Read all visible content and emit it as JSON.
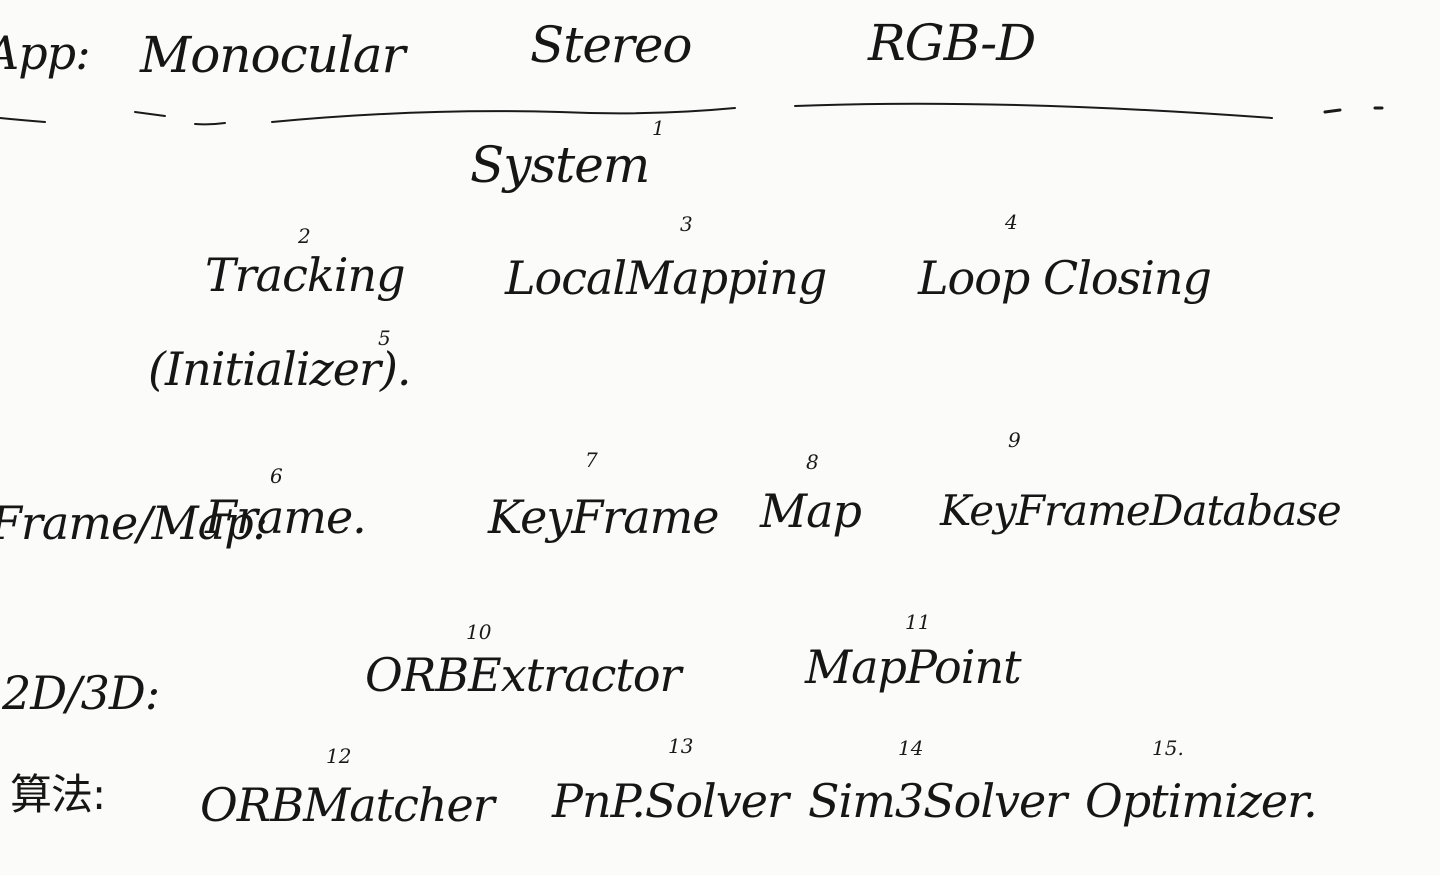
{
  "app_row": {
    "label": "App:",
    "items": [
      "Monocular",
      "Stereo",
      "RGB-D"
    ]
  },
  "system": {
    "label": "System",
    "number": "1"
  },
  "threads": [
    {
      "label": "Tracking",
      "number": "2"
    },
    {
      "label": "LocalMapping",
      "number": "3"
    },
    {
      "label": "Loop Closing",
      "number": "4"
    }
  ],
  "initializer": {
    "label": "(Initializer).",
    "number": "5"
  },
  "frame_map_row": {
    "label": "Frame/Map:",
    "items": [
      {
        "label": "Frame.",
        "number": "6"
      },
      {
        "label": "KeyFrame",
        "number": "7"
      },
      {
        "label": "Map",
        "number": "8"
      },
      {
        "label": "KeyFrameDatabase",
        "number": "9"
      }
    ]
  },
  "row_2d3d": {
    "label": "2D/3D:",
    "items": [
      {
        "label": "ORBExtractor",
        "number": "10"
      },
      {
        "label": "MapPoint",
        "number": "11"
      }
    ]
  },
  "algo_row": {
    "label": "算法:",
    "items": [
      {
        "label": "ORBMatcher",
        "number": "12"
      },
      {
        "label": "PnP.Solver",
        "number": "13"
      },
      {
        "label": "Sim3Solver",
        "number": "14"
      },
      {
        "label": "Optimizer.",
        "number": "15."
      }
    ]
  },
  "colors": {
    "ink": "#161616",
    "paper": "#fbfbfa"
  }
}
